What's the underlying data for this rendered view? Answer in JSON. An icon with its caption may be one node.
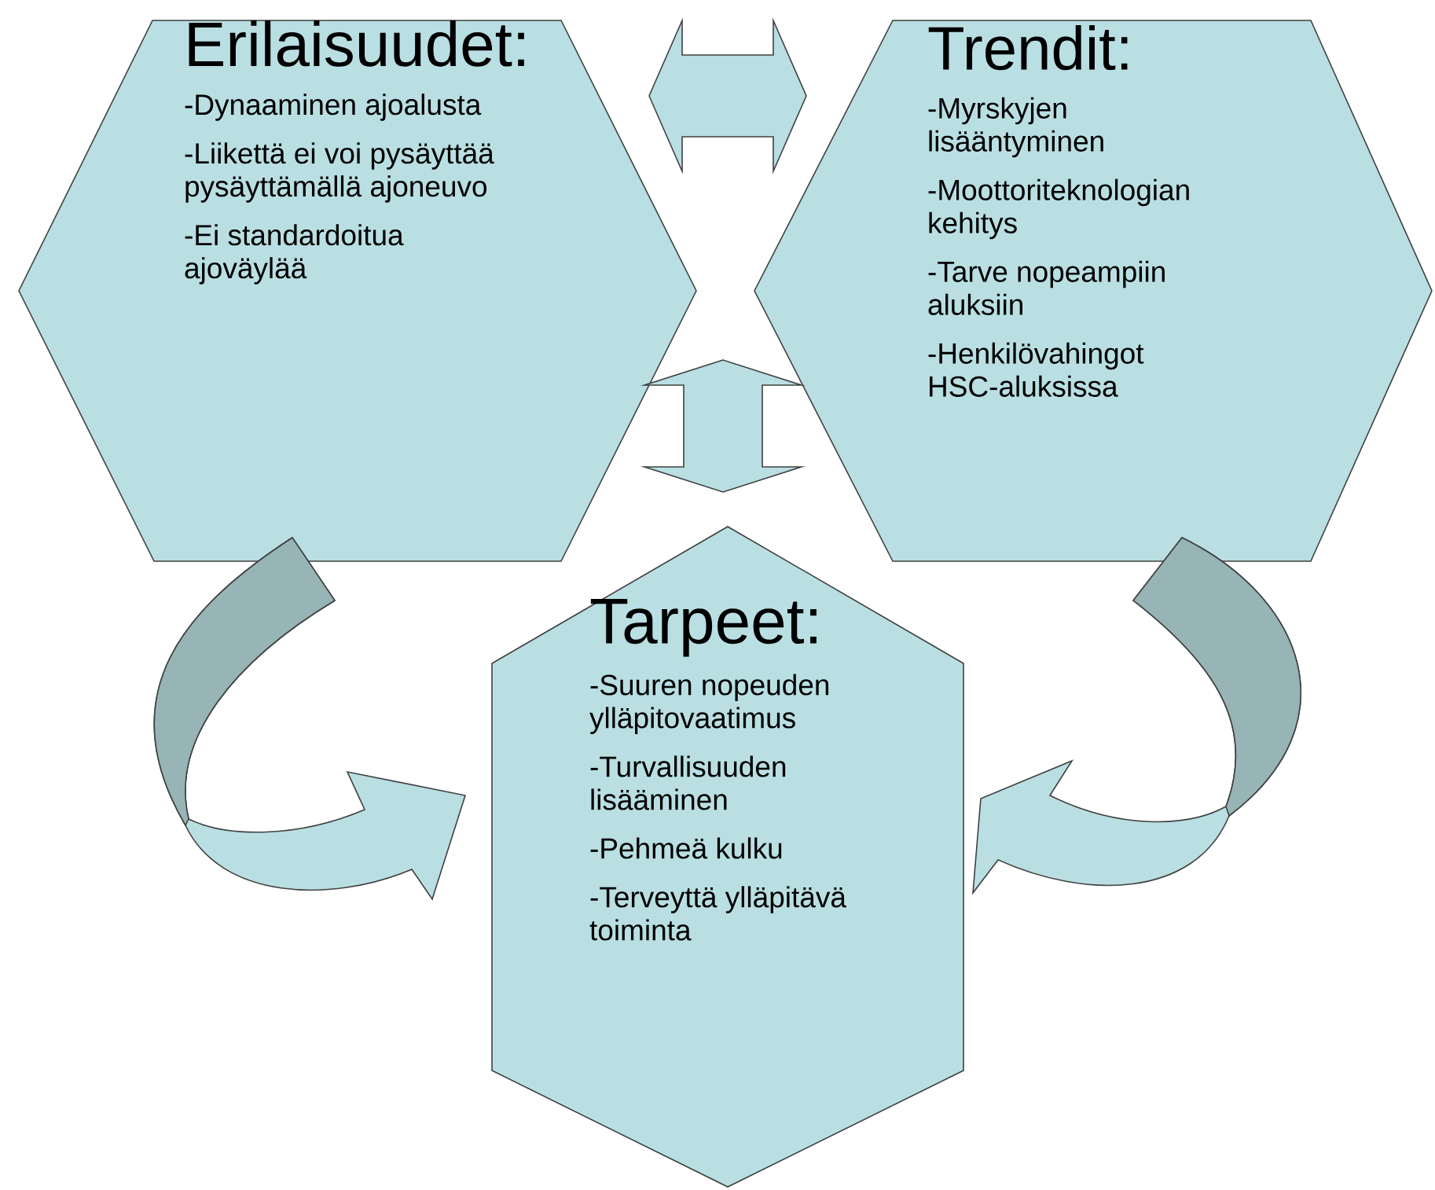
{
  "diagram": {
    "nodes": [
      {
        "text": [
          "Erilaisuudet:",
          "-Dynaaminen ajoalusta",
          "-Liikettä ei voi pysäyttää pysäyttämällä ajoneuvo",
          "-Ei standardoitua ajoväylää"
        ]
      },
      {
        "text": [
          "Trendit:",
          "-Myrskyjen lisääntyminen",
          "-Moottoriteknologian kehitys",
          "-Tarve nopeampiin aluksiin",
          "-Henkilövahingot HSC-aluksissa"
        ]
      },
      {
        "text": [
          "Tarpeet:",
          "-Suuren nopeuden ylläpitovaatimus",
          "-Turvallisuuden lisääminen",
          "-Pehmeä kulku",
          "-Terveyttä ylläpitävä toiminta"
        ]
      }
    ],
    "edges": [
      {
        "from": 0,
        "to": 1,
        "arrow": "both"
      },
      {
        "from": null,
        "to": 2,
        "arrow": "both"
      },
      {
        "from": 0,
        "to": 2,
        "arrow": "to"
      },
      {
        "from": 1,
        "to": 2,
        "arrow": "to"
      }
    ]
  }
}
